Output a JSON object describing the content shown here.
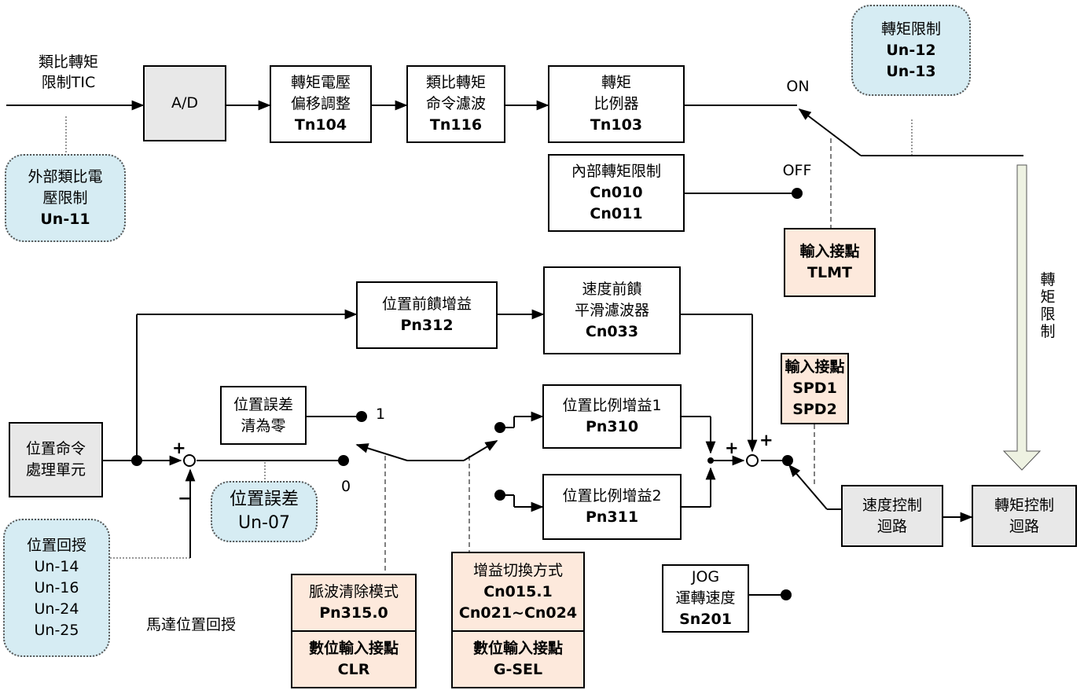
{
  "torque_section": {
    "analog_torque_input": {
      "line1": "類比轉矩",
      "line2": "限制TIC"
    },
    "ext_analog_limit": {
      "line1": "外部類比電",
      "line2": "壓限制",
      "code": "Un-11"
    },
    "ad_converter": "A/D",
    "torque_voltage_offset": {
      "line1": "轉矩電壓",
      "line2": "偏移調整",
      "code": "Tn104"
    },
    "analog_torque_filter": {
      "line1": "類比轉矩",
      "line2": "命令濾波",
      "code": "Tn116"
    },
    "torque_scaler": {
      "line1": "轉矩",
      "line2": "比例器",
      "code": "Tn103"
    },
    "internal_torque_limit": {
      "line1": "內部轉矩限制",
      "code1": "Cn010",
      "code2": "Cn011"
    },
    "torque_limit_monitor": {
      "line1": "轉矩限制",
      "code1": "Un-12",
      "code2": "Un-13"
    },
    "switch_on_label": "ON",
    "switch_off_label": "OFF",
    "tlmt_input": {
      "line1": "輸入接點",
      "line2": "TLMT"
    },
    "torque_limit_arrow_label": "轉矩限制"
  },
  "position_section": {
    "position_cmd_unit": {
      "line1": "位置命令",
      "line2": "處理單元"
    },
    "position_feedforward": {
      "line1": "位置前饋增益",
      "code": "Pn312"
    },
    "speed_ff_filter": {
      "line1": "速度前饋",
      "line2": "平滑濾波器",
      "code": "Cn033"
    },
    "position_error_clear": {
      "line1": "位置誤差",
      "line2": "清為零"
    },
    "switch_pos_1": "1",
    "switch_pos_0": "0",
    "position_error_monitor": {
      "line1": "位置誤差",
      "code": "Un-07"
    },
    "position_gain_1": {
      "line1": "位置比例增益1",
      "code": "Pn310"
    },
    "position_gain_2": {
      "line1": "位置比例增益2",
      "code": "Pn311"
    },
    "position_feedback_monitor": {
      "line1": "位置回授",
      "codes": [
        "Un-14",
        "Un-16",
        "Un-24",
        "Un-25"
      ]
    },
    "motor_position_feedback": "馬達位置回授",
    "pulse_clear_mode": {
      "line1": "脈波清除模式",
      "code": "Pn315.0",
      "line3": "數位輸入接點",
      "code2": "CLR"
    },
    "gain_switch_mode": {
      "line1": "增益切換方式",
      "code1": "Cn015.1",
      "code2": "Cn021~Cn024",
      "line3": "數位輸入接點",
      "code3": "G-SEL"
    },
    "spd_input": {
      "line1": "輸入接點",
      "code1": "SPD1",
      "code2": "SPD2"
    },
    "speed_control_loop": {
      "line1": "速度控制",
      "line2": "迴路"
    },
    "torque_control_loop": {
      "line1": "轉矩控制",
      "line2": "迴路"
    },
    "jog_speed": {
      "line1": "JOG",
      "line2": "運轉速度",
      "code": "Sn201"
    },
    "sum_plus": "+",
    "sum_minus": "−"
  }
}
